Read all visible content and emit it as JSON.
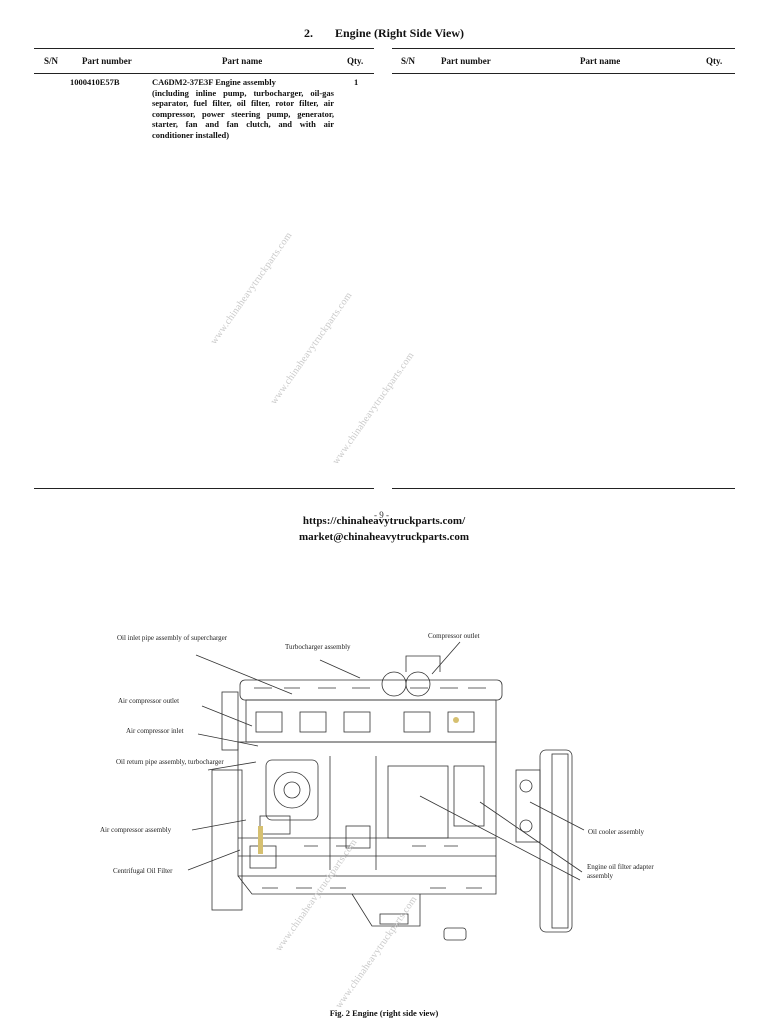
{
  "section": {
    "number": "2.",
    "title": "Engine (Right Side View)"
  },
  "table": {
    "headers": {
      "sn": "S/N",
      "part_number": "Part number",
      "part_name": "Part name",
      "qty": "Qty."
    },
    "rows": [
      {
        "sn": "",
        "part_number": "1000410E57B",
        "part_name_head": "CA6DM2-37E3F Engine assembly",
        "part_name_detail": "(including inline pump, turbocharger, oil-gas separator, fuel filter, oil filter, rotor filter, air compressor, power steering pump, generator, starter, fan and fan clutch, and with air conditioner installed)",
        "qty": "1"
      }
    ]
  },
  "watermark_text": "www.chinaheavytruckparts.com",
  "page_number": "- 9 -",
  "footer": {
    "url": "https://chinaheavytruckparts.com/",
    "email": "market@chinaheavytruckparts.com"
  },
  "figure": {
    "callouts": {
      "oil_inlet_pipe": "Oil inlet pipe assembly of supercharger",
      "turbocharger": "Turbocharger assembly",
      "compressor_outlet": "Compressor outlet",
      "air_compressor_outlet": "Air compressor outlet",
      "air_compressor_inlet": "Air compressor inlet",
      "oil_return_pipe": "Oil return pipe assembly, turbocharger",
      "air_compressor_assembly": "Air compressor assembly",
      "centrifugal_oil_filter": "Centrifugal Oil Filter",
      "oil_cooler": "Oil cooler assembly",
      "oil_filter_adapter": "Engine oil filter adapter assembly"
    },
    "caption": "Fig. 2 Engine (right side view)"
  }
}
